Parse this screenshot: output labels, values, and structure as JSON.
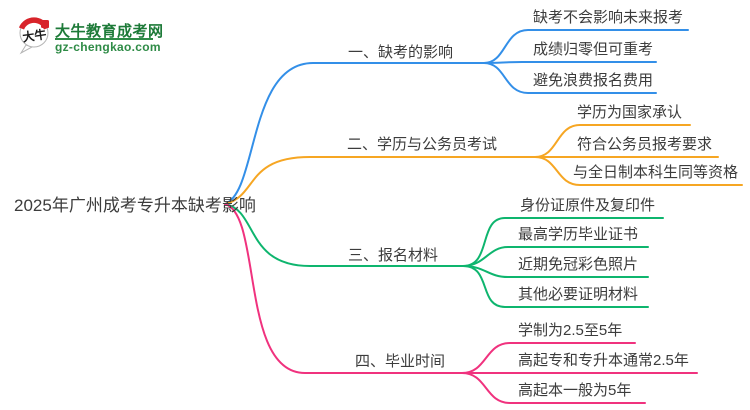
{
  "logo": {
    "icon_text": "大牛",
    "site_name": "大牛教育成考网",
    "site_url": "gz-chengkao.com",
    "brand_color": "#1d7a38",
    "url_color": "#2e8b46",
    "seal_color": "#d8232a"
  },
  "root": {
    "label": "2025年广州成考专升本缺考影响"
  },
  "branches": [
    {
      "label": "一、缺考的影响",
      "color": "#338fe8",
      "children": [
        "缺考不会影响未来报考",
        "成绩归零但可重考",
        "避免浪费报名费用"
      ]
    },
    {
      "label": "二、学历与公务员考试",
      "color": "#f6a623",
      "children": [
        "学历为国家承认",
        "符合公务员报考要求",
        "与全日制本科生同等资格"
      ]
    },
    {
      "label": "三、报名材料",
      "color": "#0eb56e",
      "children": [
        "身份证原件及复印件",
        "最高学历毕业证书",
        "近期免冠彩色照片",
        "其他必要证明材料"
      ]
    },
    {
      "label": "四、毕业时间",
      "color": "#f0327e",
      "children": [
        "学制为2.5至5年",
        "高起专和专升本通常2.5年",
        "高起本一般为5年"
      ]
    }
  ],
  "text_color": "#3c3c3c"
}
